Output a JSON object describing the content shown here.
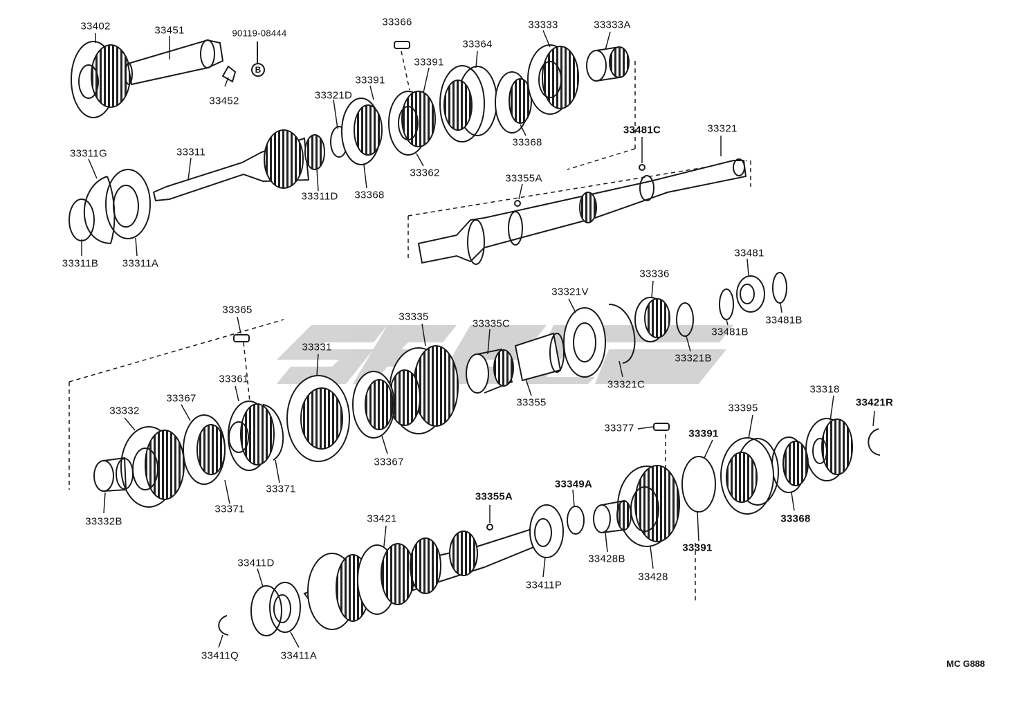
{
  "diagram": {
    "code": "MC G888",
    "circled_marker": "B"
  },
  "parts": [
    {
      "id": "p33402",
      "text": "33402",
      "bold": false
    },
    {
      "id": "p33451",
      "text": "33451",
      "bold": false
    },
    {
      "id": "p90119",
      "text": "90119-08444",
      "bold": false,
      "small": true
    },
    {
      "id": "p33452",
      "text": "33452",
      "bold": false
    },
    {
      "id": "p33366",
      "text": "33366",
      "bold": false
    },
    {
      "id": "p33364",
      "text": "33364",
      "bold": false
    },
    {
      "id": "p33333",
      "text": "33333",
      "bold": false
    },
    {
      "id": "p33333A",
      "text": "33333A",
      "bold": false
    },
    {
      "id": "p33391a",
      "text": "33391",
      "bold": false
    },
    {
      "id": "p33391b",
      "text": "33391",
      "bold": false
    },
    {
      "id": "p33321D",
      "text": "33321D",
      "bold": false
    },
    {
      "id": "p33368a",
      "text": "33368",
      "bold": false
    },
    {
      "id": "p33362",
      "text": "33362",
      "bold": false
    },
    {
      "id": "p33368b",
      "text": "33368",
      "bold": false
    },
    {
      "id": "p33311G",
      "text": "33311G",
      "bold": false
    },
    {
      "id": "p33311",
      "text": "33311",
      "bold": false
    },
    {
      "id": "p33311D",
      "text": "33311D",
      "bold": false
    },
    {
      "id": "p33311B",
      "text": "33311B",
      "bold": false
    },
    {
      "id": "p33311A",
      "text": "33311A",
      "bold": false
    },
    {
      "id": "p33481C",
      "text": "33481C",
      "bold": true
    },
    {
      "id": "p33321",
      "text": "33321",
      "bold": false
    },
    {
      "id": "p33355A",
      "text": "33355A",
      "bold": false
    },
    {
      "id": "p33481",
      "text": "33481",
      "bold": false
    },
    {
      "id": "p33336",
      "text": "33336",
      "bold": false
    },
    {
      "id": "p33321V",
      "text": "33321V",
      "bold": false
    },
    {
      "id": "p33481Ba",
      "text": "33481B",
      "bold": false
    },
    {
      "id": "p33481Bb",
      "text": "33481B",
      "bold": false
    },
    {
      "id": "p33321B",
      "text": "33321B",
      "bold": false
    },
    {
      "id": "p33365",
      "text": "33365",
      "bold": false
    },
    {
      "id": "p33335",
      "text": "33335",
      "bold": false
    },
    {
      "id": "p33335C",
      "text": "33335C",
      "bold": false
    },
    {
      "id": "p33331",
      "text": "33331",
      "bold": false
    },
    {
      "id": "p33321C",
      "text": "33321C",
      "bold": false
    },
    {
      "id": "p33355",
      "text": "33355",
      "bold": false
    },
    {
      "id": "p33361",
      "text": "33361",
      "bold": false
    },
    {
      "id": "p33367a",
      "text": "33367",
      "bold": false
    },
    {
      "id": "p33332",
      "text": "33332",
      "bold": false
    },
    {
      "id": "p33318",
      "text": "33318",
      "bold": false
    },
    {
      "id": "p33395",
      "text": "33395",
      "bold": false
    },
    {
      "id": "p33421R",
      "text": "33421R",
      "bold": true
    },
    {
      "id": "p33377",
      "text": "33377",
      "bold": false
    },
    {
      "id": "p33391c",
      "text": "33391",
      "bold": true
    },
    {
      "id": "p33367b",
      "text": "33367",
      "bold": false
    },
    {
      "id": "p33371a",
      "text": "33371",
      "bold": false
    },
    {
      "id": "p33371b",
      "text": "33371",
      "bold": false
    },
    {
      "id": "p33332B",
      "text": "33332B",
      "bold": false
    },
    {
      "id": "p33349A",
      "text": "33349A",
      "bold": true
    },
    {
      "id": "p33355A2",
      "text": "33355A",
      "bold": true
    },
    {
      "id": "p33368c",
      "text": "33368",
      "bold": true
    },
    {
      "id": "p33421",
      "text": "33421",
      "bold": false
    },
    {
      "id": "p33391d",
      "text": "33391",
      "bold": true
    },
    {
      "id": "p33428B",
      "text": "33428B",
      "bold": false
    },
    {
      "id": "p33428",
      "text": "33428",
      "bold": false
    },
    {
      "id": "p33411D",
      "text": "33411D",
      "bold": false
    },
    {
      "id": "p33411P",
      "text": "33411P",
      "bold": false
    },
    {
      "id": "p33411Q",
      "text": "33411Q",
      "bold": false
    },
    {
      "id": "p33411A",
      "text": "33411A",
      "bold": false
    }
  ]
}
